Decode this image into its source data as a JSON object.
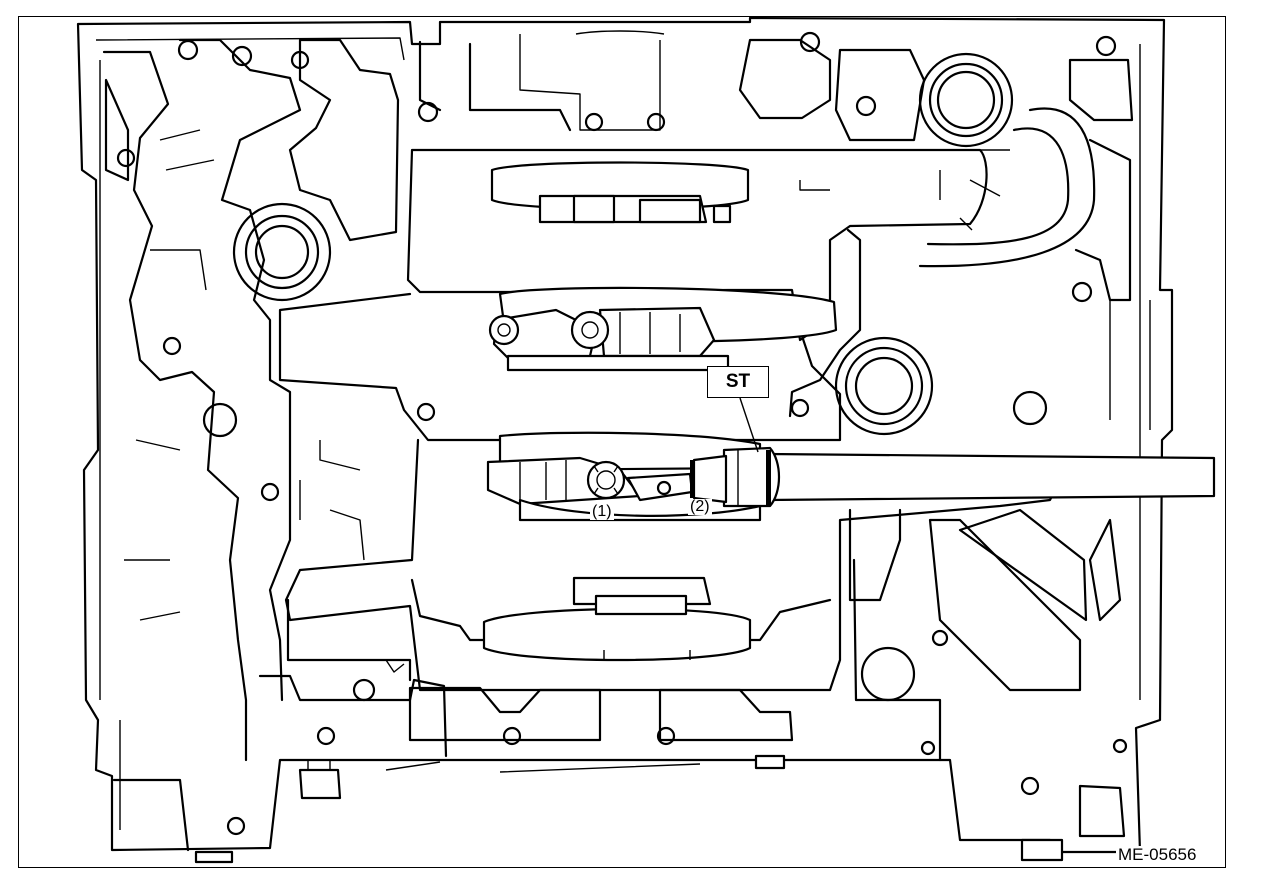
{
  "figure": {
    "id": "ME-05656",
    "callouts": {
      "tool": "ST",
      "one": "(1)",
      "two": "(2)"
    }
  },
  "colors": {
    "line": "#000000",
    "background": "#ffffff"
  }
}
